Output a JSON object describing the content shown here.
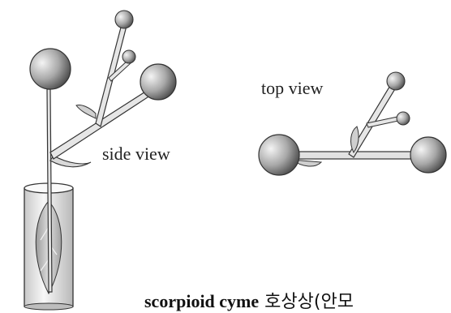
{
  "labels": {
    "side_view": "side view",
    "top_view": "top view"
  },
  "caption": {
    "term": "scorpioid cyme",
    "korean": "호상상(안모"
  },
  "colors": {
    "outline": "#333333",
    "sphere_light": "#f0f0f0",
    "sphere_dark": "#5a5a5a",
    "stem_fill": "#e6e6e6",
    "cup_fill": "#f4f4f4",
    "leaf_fill": "#cfcfcf"
  }
}
